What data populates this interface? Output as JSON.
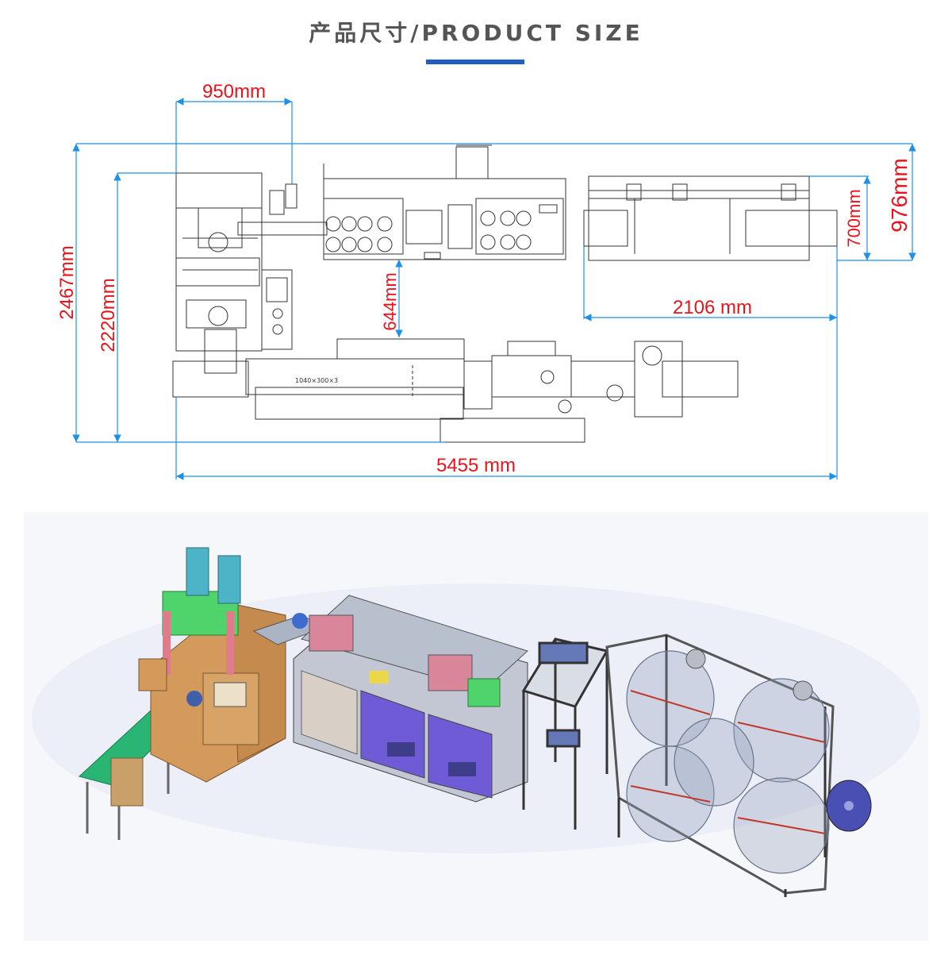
{
  "header": {
    "title": "产品尺寸/PRODUCT SIZE"
  },
  "colors": {
    "title_text": "#555555",
    "title_bar": "#1f5fbf",
    "dimension_line": "#1e90e6",
    "dimension_text": "#e8131b",
    "drawing_line": "#333333"
  },
  "dimensions": {
    "width_top": "950mm",
    "height_overall": "2467mm",
    "height_inner": "2220mm",
    "gap_middle": "644mm",
    "length_right": "2106 mm",
    "height_right_inner": "700mm",
    "height_right_outer": "976mm",
    "length_overall": "5455 mm"
  },
  "drawing": {
    "label_small": "1040×300×3"
  },
  "render": {
    "name": "production-line-3d-render"
  }
}
